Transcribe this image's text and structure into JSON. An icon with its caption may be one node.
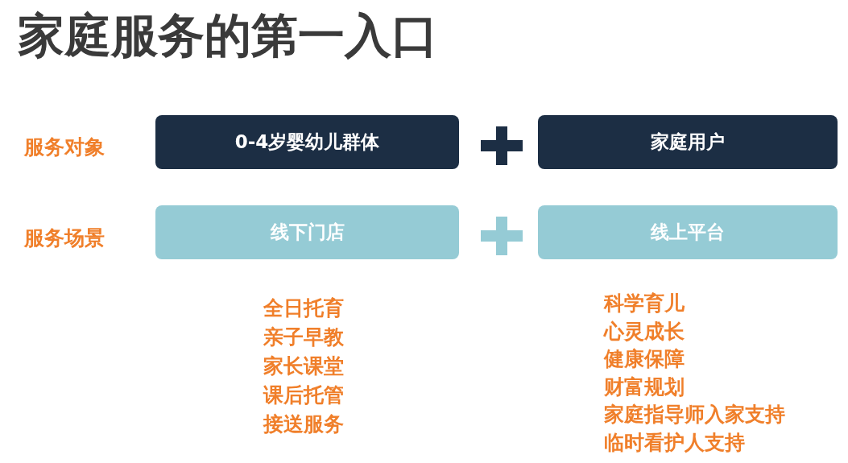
{
  "diagram": {
    "title": "家庭服务的第一入口",
    "nodes": [
      {
        "text": [
          "0-4岁婴幼儿群体"
        ]
      },
      {
        "text": [
          "家庭用户"
        ]
      },
      {
        "text": [
          "线下门店"
        ]
      },
      {
        "text": [
          "线上平台"
        ]
      }
    ],
    "edges": [],
    "labels": [
      "服务对象",
      "服务场景",
      "全日托育",
      "亲子早教",
      "家长课堂",
      "课后托管",
      "接送服务",
      "科学育儿",
      "心灵成长",
      "健康保障",
      "财富规划",
      "家庭指导师入家支持",
      "临时看护人支持"
    ]
  }
}
